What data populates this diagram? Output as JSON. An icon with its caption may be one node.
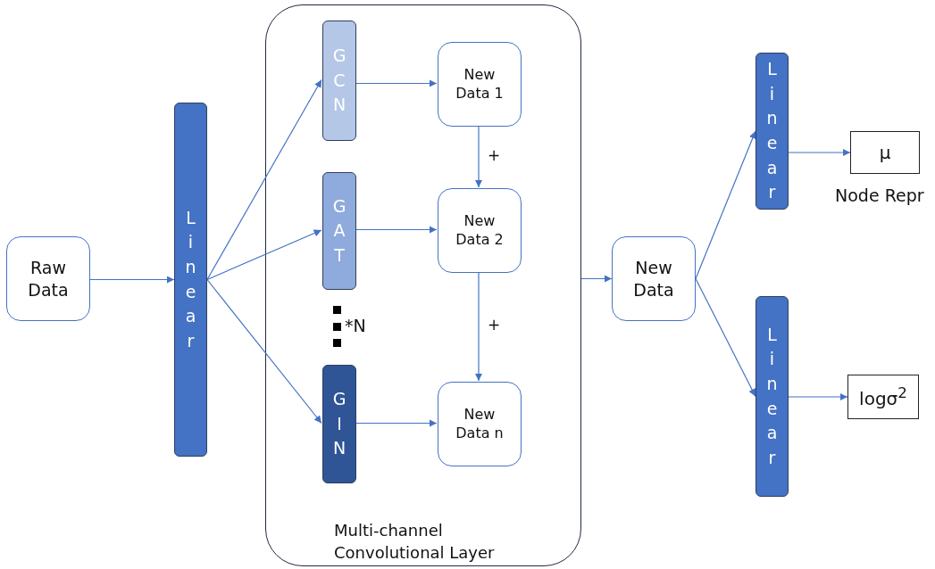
{
  "diagram": {
    "nodes": [
      {
        "text": [
          "Raw Data"
        ]
      },
      {
        "text": [
          "Linear"
        ]
      },
      {
        "text": [
          "Multi-channel Convolutional Layer"
        ]
      },
      {
        "text": [
          "GCN"
        ],
        "in": 2
      },
      {
        "text": [
          "GAT"
        ],
        "in": 2
      },
      {
        "text": [
          "GIN"
        ],
        "in": 2
      },
      {
        "text": [
          "New Data 1"
        ],
        "in": 2
      },
      {
        "text": [
          "New Data 2"
        ],
        "in": 2
      },
      {
        "text": [
          "New Data n"
        ],
        "in": 2
      },
      {
        "text": [
          "New Data"
        ]
      },
      {
        "text": [
          "Linear"
        ]
      },
      {
        "text": [
          "Linear"
        ]
      },
      {
        "text": [
          "μ"
        ],
        "beside": [
          "Node Repr"
        ]
      },
      {
        "text": [
          "logσ$^{2}$"
        ]
      }
    ],
    "edges": [
      {
        "from": 0,
        "to": 1,
        "arrow": "to"
      },
      {
        "from": 1,
        "to": 3,
        "arrow": "to"
      },
      {
        "from": 1,
        "to": 4,
        "arrow": "to"
      },
      {
        "from": 1,
        "to": 5,
        "arrow": "to"
      },
      {
        "from": 3,
        "to": 6,
        "arrow": "to"
      },
      {
        "from": 4,
        "to": 7,
        "arrow": "to"
      },
      {
        "from": 5,
        "to": 8,
        "arrow": "to"
      },
      {
        "from": 6,
        "to": 7,
        "label": "+",
        "arrow": "to"
      },
      {
        "from": 7,
        "to": 8,
        "label": "+",
        "arrow": "to"
      },
      {
        "from": 2,
        "to": 9,
        "arrow": "to"
      },
      {
        "from": 9,
        "to": 10,
        "arrow": "to"
      },
      {
        "from": 9,
        "to": 11,
        "arrow": "to"
      },
      {
        "from": 10,
        "to": 12,
        "arrow": "to"
      },
      {
        "from": 11,
        "to": 13,
        "arrow": "to"
      }
    ],
    "labels": [
      "*N"
    ]
  }
}
